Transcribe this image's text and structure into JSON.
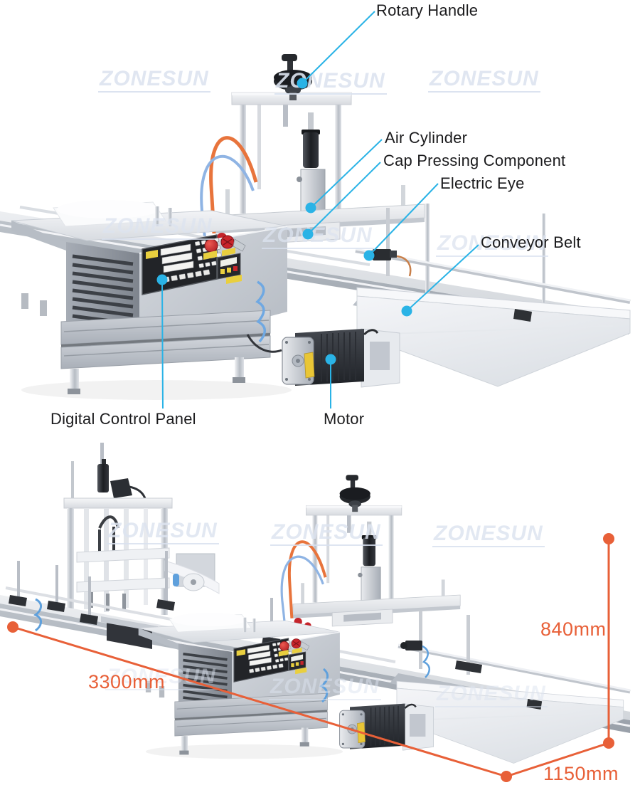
{
  "watermark_text": "ZONESUN",
  "colors": {
    "callout_line": "#2ab3e6",
    "dimension_line": "#e86038",
    "watermark": "#dde4f0",
    "label_text": "#1b1b1d"
  },
  "top_diagram": {
    "labels": {
      "rotary_handle": "Rotary Handle",
      "air_cylinder": "Air Cylinder",
      "cap_pressing_component": "Cap Pressing Component",
      "electric_eye": "Electric Eye",
      "conveyor_belt": "Conveyor Belt",
      "digital_control_panel": "Digital Control Panel",
      "motor": "Motor"
    }
  },
  "bottom_diagram": {
    "dimensions": {
      "length": "3300mm",
      "height": "840mm",
      "depth": "1150mm"
    }
  }
}
